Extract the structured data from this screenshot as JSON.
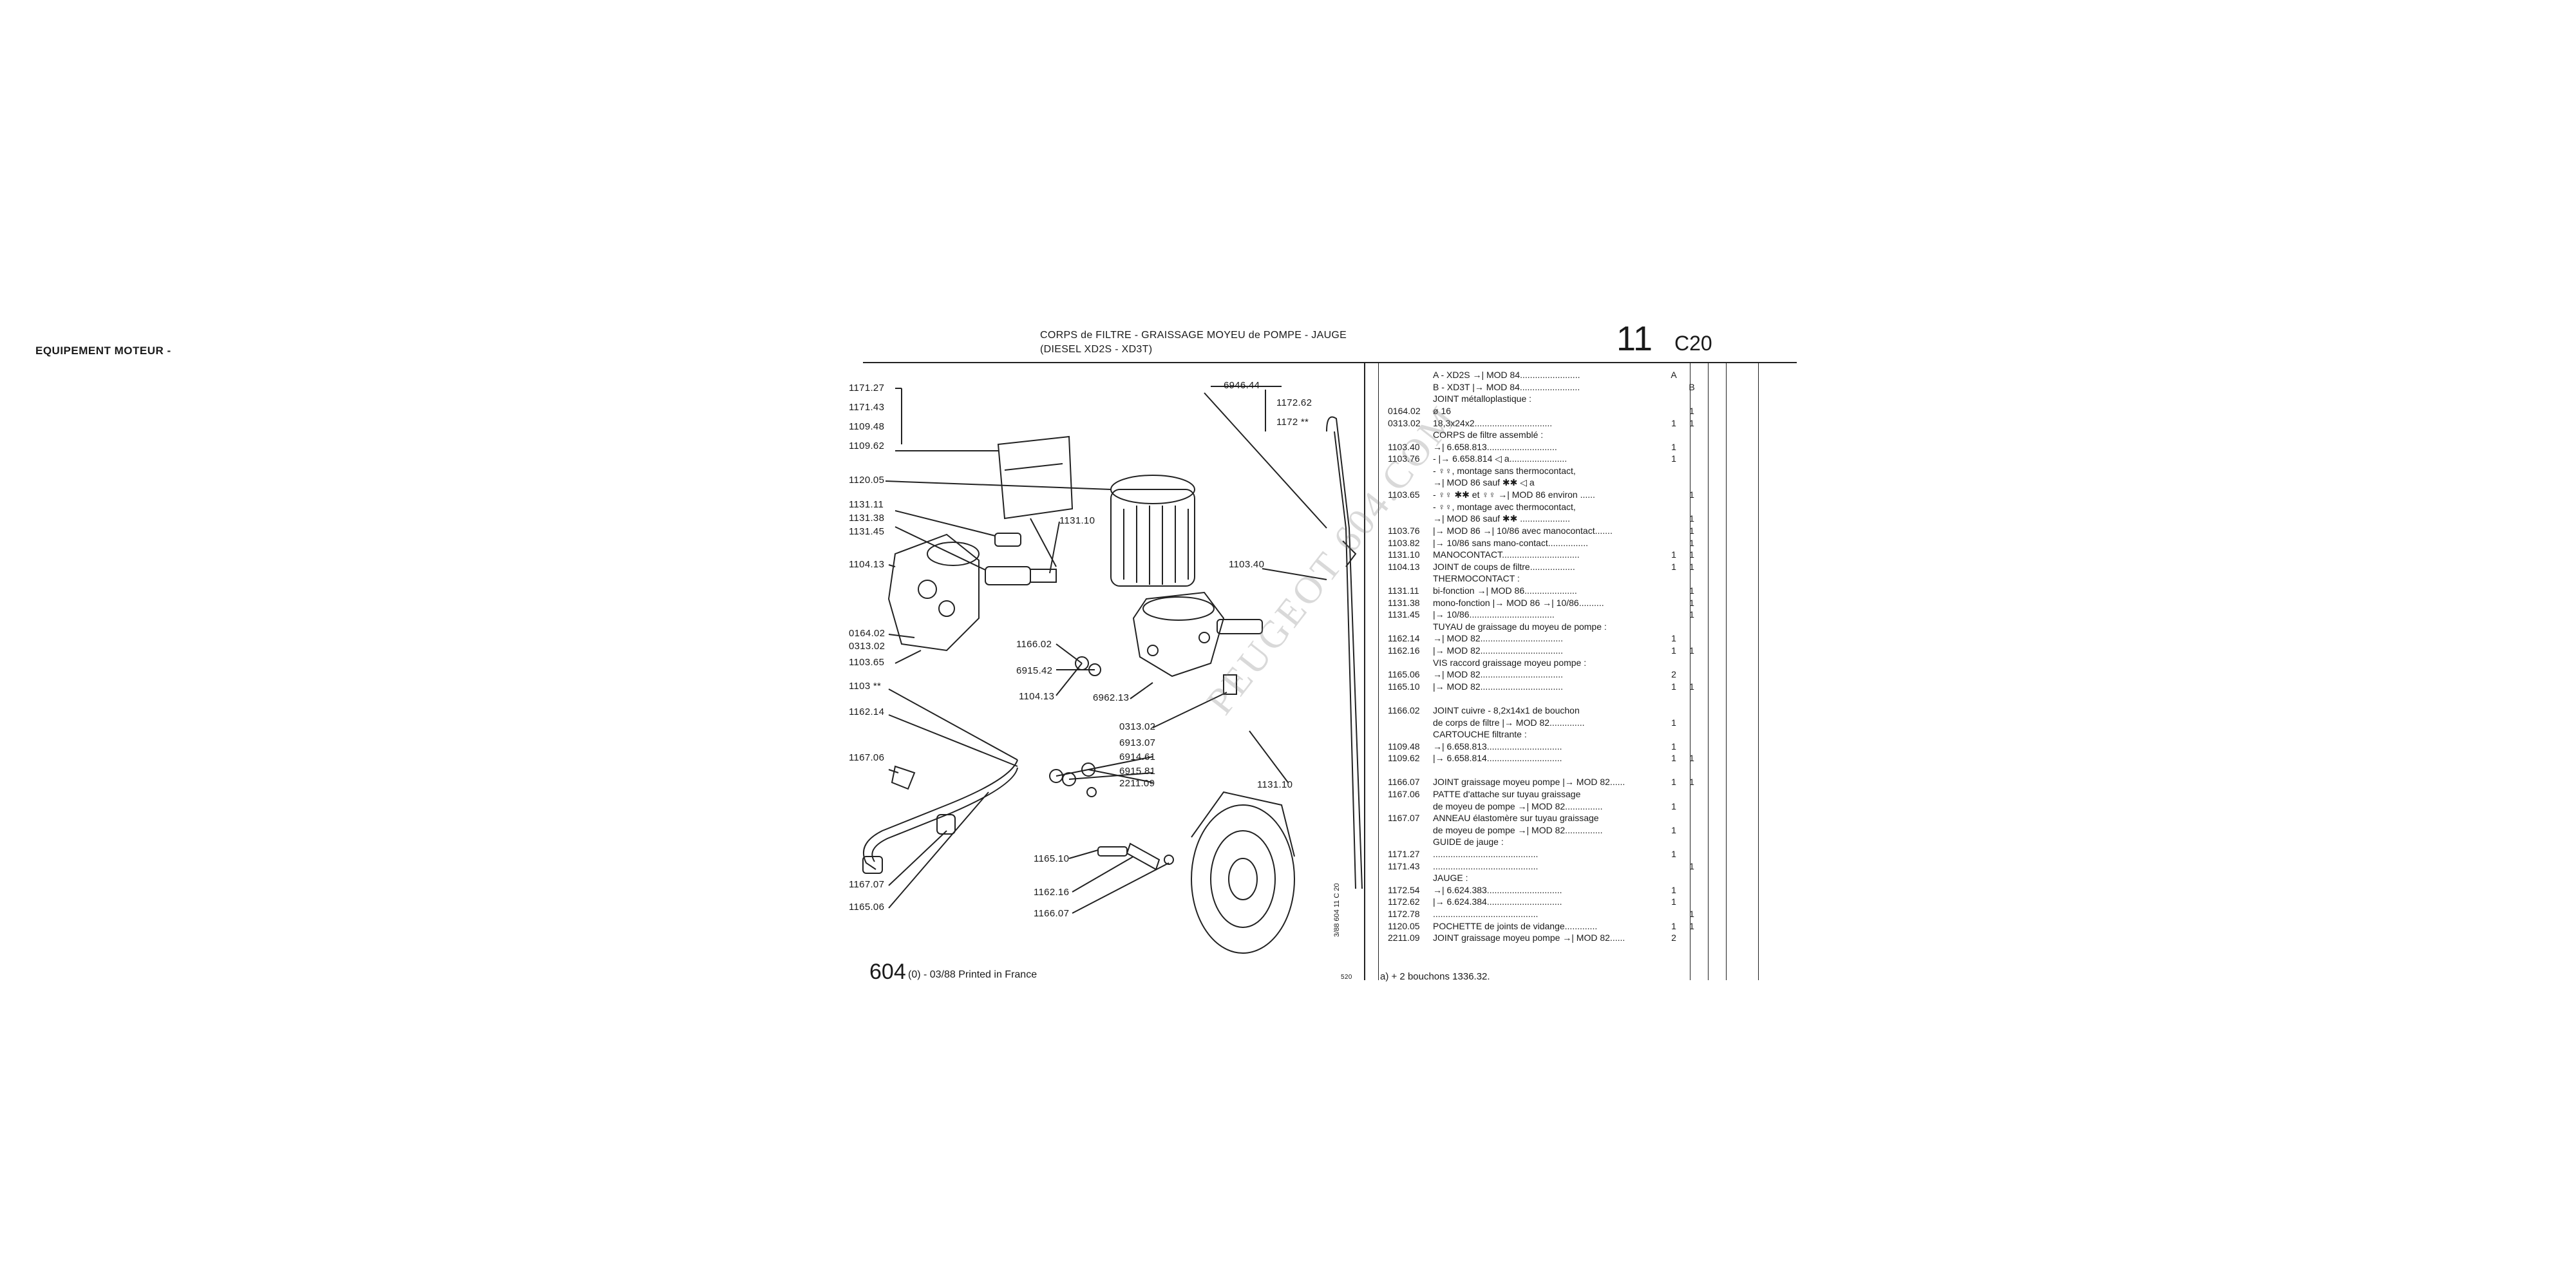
{
  "header": {
    "title": "EQUIPEMENT MOTEUR -",
    "line1": "CORPS de FILTRE - GRAISSAGE MOYEU de POMPE - JAUGE",
    "line2": "(DIESEL XD2S - XD3T)",
    "group_number": "11",
    "group_code": "C20"
  },
  "diagram": {
    "callouts": [
      {
        "text": "1171.27"
      },
      {
        "text": "1171.43"
      },
      {
        "text": "1109.48"
      },
      {
        "text": "1109.62"
      },
      {
        "text": "1120.05"
      },
      {
        "text": "1131.11"
      },
      {
        "text": "1131.38"
      },
      {
        "text": "1131.45"
      },
      {
        "text": "1104.13"
      },
      {
        "text": "0164.02"
      },
      {
        "text": "0313.02"
      },
      {
        "text": "1103.65"
      },
      {
        "text": "1103 **"
      },
      {
        "text": "1162.14"
      },
      {
        "text": "1167.06"
      },
      {
        "text": "1167.07"
      },
      {
        "text": "1165.06"
      },
      {
        "text": "1131.10"
      },
      {
        "text": "1166.02"
      },
      {
        "text": "6915.42"
      },
      {
        "text": "1104.13"
      },
      {
        "text": "6962.13"
      },
      {
        "text": "0313.02"
      },
      {
        "text": "6913.07"
      },
      {
        "text": "6914.61"
      },
      {
        "text": "6915.81"
      },
      {
        "text": "2211.09"
      },
      {
        "text": "1165.10"
      },
      {
        "text": "1162.16"
      },
      {
        "text": "1166.07"
      },
      {
        "text": "6946.44"
      },
      {
        "text": "1172.62"
      },
      {
        "text": "1172 **"
      },
      {
        "text": "1103.40"
      },
      {
        "text": "1131.10"
      }
    ],
    "vertical_mark": "3/88 604 11 C 20",
    "page_tag": "520"
  },
  "parts": [
    {
      "ref": "",
      "desc": "A - XD2S →| MOD 84........................",
      "a": "A",
      "b": ""
    },
    {
      "ref": "",
      "desc": "B - XD3T |→ MOD 84........................",
      "a": "",
      "b": "B"
    },
    {
      "ref": "",
      "desc": "JOINT métalloplastique :",
      "a": "",
      "b": ""
    },
    {
      "ref": "0164.02",
      "desc": "ø 16",
      "a": "",
      "b": "1"
    },
    {
      "ref": "0313.02",
      "desc": "18,3x24x2...............................",
      "a": "1",
      "b": "1"
    },
    {
      "ref": "",
      "desc": "CORPS de filtre assemblé :",
      "a": "",
      "b": ""
    },
    {
      "ref": "1103.40",
      "desc": "→| 6.658.813............................",
      "a": "1",
      "b": ""
    },
    {
      "ref": "1103.76",
      "desc": "- |→ 6.658.814 ◁ a.......................",
      "a": "1",
      "b": ""
    },
    {
      "ref": "",
      "desc": "- ♀♀, montage sans thermocontact,",
      "a": "",
      "b": ""
    },
    {
      "ref": "",
      "desc": "→| MOD 86 sauf ✱✱ ◁ a",
      "a": "",
      "b": ""
    },
    {
      "ref": "1103.65",
      "desc": "- ♀♀ ✱✱ et ♀♀ →| MOD 86 environ ......",
      "a": "",
      "b": "1"
    },
    {
      "ref": "",
      "desc": "- ♀♀, montage avec thermocontact,",
      "a": "",
      "b": ""
    },
    {
      "ref": "",
      "desc": "→| MOD 86 sauf ✱✱ ....................",
      "a": "",
      "b": "1"
    },
    {
      "ref": "1103.76",
      "desc": "|→ MOD 86 →| 10/86 avec manocontact.......",
      "a": "",
      "b": "1"
    },
    {
      "ref": "1103.82",
      "desc": "|→ 10/86 sans mano-contact................",
      "a": "",
      "b": "1"
    },
    {
      "ref": "1131.10",
      "desc": "MANOCONTACT...............................",
      "a": "1",
      "b": "1"
    },
    {
      "ref": "1104.13",
      "desc": "JOINT de coups de filtre..................",
      "a": "1",
      "b": "1"
    },
    {
      "ref": "",
      "desc": "THERMOCONTACT :",
      "a": "",
      "b": ""
    },
    {
      "ref": "1131.11",
      "desc": "bi-fonction →| MOD 86.....................",
      "a": "",
      "b": "1"
    },
    {
      "ref": "1131.38",
      "desc": "mono-fonction |→ MOD 86 →| 10/86..........",
      "a": "",
      "b": "1"
    },
    {
      "ref": "1131.45",
      "desc": "|→ 10/86..................................",
      "a": "",
      "b": "1"
    },
    {
      "ref": "",
      "desc": "TUYAU de graissage du moyeu de pompe :",
      "a": "",
      "b": ""
    },
    {
      "ref": "1162.14",
      "desc": "→| MOD 82.................................",
      "a": "1",
      "b": ""
    },
    {
      "ref": "1162.16",
      "desc": "|→ MOD 82.................................",
      "a": "1",
      "b": "1"
    },
    {
      "ref": "",
      "desc": "VIS raccord graissage moyeu pompe :",
      "a": "",
      "b": ""
    },
    {
      "ref": "1165.06",
      "desc": "→| MOD 82.................................",
      "a": "2",
      "b": ""
    },
    {
      "ref": "1165.10",
      "desc": "|→ MOD 82.................................",
      "a": "1",
      "b": "1"
    },
    {
      "ref": "",
      "desc": "",
      "a": "",
      "b": ""
    },
    {
      "ref": "1166.02",
      "desc": "JOINT cuivre - 8,2x14x1 de bouchon",
      "a": "",
      "b": ""
    },
    {
      "ref": "",
      "desc": "de corps de filtre |→ MOD 82..............",
      "a": "1",
      "b": ""
    },
    {
      "ref": "",
      "desc": "CARTOUCHE filtrante :",
      "a": "",
      "b": ""
    },
    {
      "ref": "1109.48",
      "desc": "→| 6.658.813..............................",
      "a": "1",
      "b": ""
    },
    {
      "ref": "1109.62",
      "desc": "|→ 6.658.814..............................",
      "a": "1",
      "b": "1"
    },
    {
      "ref": "",
      "desc": "",
      "a": "",
      "b": ""
    },
    {
      "ref": "1166.07",
      "desc": "JOINT graissage moyeu pompe |→ MOD 82......",
      "a": "1",
      "b": "1"
    },
    {
      "ref": "1167.06",
      "desc": "PATTE d'attache sur tuyau graissage",
      "a": "",
      "b": ""
    },
    {
      "ref": "",
      "desc": "de moyeu de pompe →| MOD 82...............",
      "a": "1",
      "b": ""
    },
    {
      "ref": "1167.07",
      "desc": "ANNEAU élastomère sur tuyau graissage",
      "a": "",
      "b": ""
    },
    {
      "ref": "",
      "desc": "de moyeu de pompe →| MOD 82...............",
      "a": "1",
      "b": ""
    },
    {
      "ref": "",
      "desc": "GUIDE de jauge :",
      "a": "",
      "b": ""
    },
    {
      "ref": "1171.27",
      "desc": "..........................................",
      "a": "1",
      "b": ""
    },
    {
      "ref": "1171.43",
      "desc": "..........................................",
      "a": "",
      "b": "1"
    },
    {
      "ref": "",
      "desc": "JAUGE :",
      "a": "",
      "b": ""
    },
    {
      "ref": "1172.54",
      "desc": "→| 6.624.383..............................",
      "a": "1",
      "b": ""
    },
    {
      "ref": "1172.62",
      "desc": "|→ 6.624.384..............................",
      "a": "1",
      "b": ""
    },
    {
      "ref": "1172.78",
      "desc": "..........................................",
      "a": "",
      "b": "1"
    },
    {
      "ref": "1120.05",
      "desc": "POCHETTE de joints de vidange.............",
      "a": "1",
      "b": "1"
    },
    {
      "ref": "2211.09",
      "desc": "JOINT graissage moyeu pompe →| MOD 82......",
      "a": "2",
      "b": ""
    }
  ],
  "footer": {
    "model": "604",
    "edition": "(0) - 03/88 Printed in France",
    "note": "a) + 2 bouchons 1336.32.",
    "watermark": "PEUGEOT 604.COM"
  }
}
